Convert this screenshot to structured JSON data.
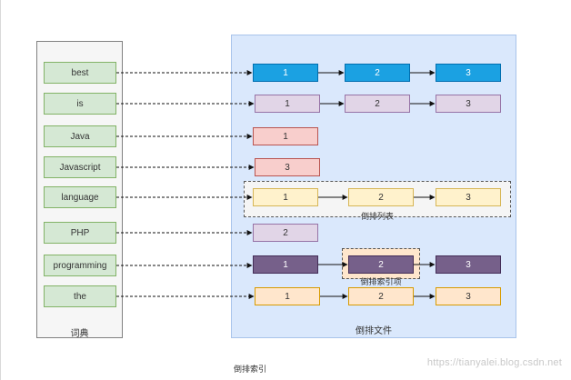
{
  "dictionary": {
    "title": "词典",
    "terms": [
      "best",
      "is",
      "Java",
      "Javascript",
      "language",
      "PHP",
      "programming",
      "the"
    ]
  },
  "inverted_file": {
    "title": "倒排文件",
    "lists": [
      {
        "term": "best",
        "postings": [
          "1",
          "2",
          "3"
        ],
        "color": "#1ba1e2"
      },
      {
        "term": "is",
        "postings": [
          "1",
          "2",
          "3"
        ],
        "color": "#e1d5e7"
      },
      {
        "term": "Java",
        "postings": [
          "1"
        ],
        "color": "#f8cecc"
      },
      {
        "term": "Javascript",
        "postings": [
          "3"
        ],
        "color": "#f8cecc"
      },
      {
        "term": "language",
        "postings": [
          "1",
          "2",
          "3"
        ],
        "color": "#fff2cc"
      },
      {
        "term": "PHP",
        "postings": [
          "2"
        ],
        "color": "#e1d5e7"
      },
      {
        "term": "programming",
        "postings": [
          "1",
          "2",
          "3"
        ],
        "color": "#76608a"
      },
      {
        "term": "the",
        "postings": [
          "1",
          "2",
          "3"
        ],
        "color": "#ffe6cc"
      }
    ]
  },
  "annotations": {
    "posting_list": "倒排列表",
    "posting_item": "倒排索引项"
  },
  "caption": "倒排索引",
  "watermark": "https://tianyalei.blog.csdn.net"
}
